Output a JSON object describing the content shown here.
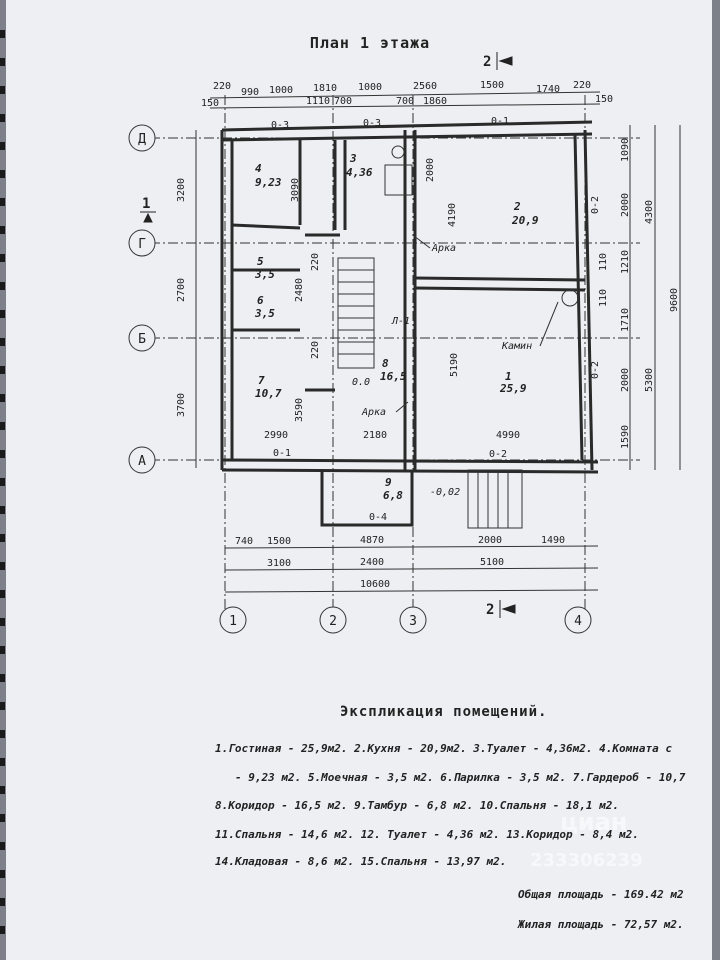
{
  "plan_title": "План 1 этажа",
  "section_marks": {
    "top": "2",
    "bottom": "2",
    "left": "1"
  },
  "axes": {
    "rows": [
      "Д",
      "Г",
      "Б",
      "А"
    ],
    "cols": [
      "1",
      "2",
      "3",
      "4"
    ]
  },
  "top_dims": {
    "row1": [
      "220",
      "990",
      "1000",
      "1810",
      "1000",
      "2560",
      "1500",
      "1740",
      "220"
    ],
    "row2": [
      "150",
      "1110",
      "700",
      "700",
      "1860",
      "150"
    ]
  },
  "left_dims": [
    "3200",
    "2700",
    "3700"
  ],
  "right_dims_inner": [
    "1090",
    "2000",
    "1210",
    "110",
    "110",
    "1710",
    "2000",
    "1590"
  ],
  "right_dims_outer": [
    "4300",
    "5300"
  ],
  "right_dims_total": "9600",
  "bottom_dims": {
    "row1": [
      "740",
      "1500",
      "4870",
      "2000",
      "1490"
    ],
    "row2": [
      "3100",
      "2400",
      "5100"
    ],
    "total": "10600"
  },
  "inner_dims": [
    "3090",
    "2000",
    "4190",
    "2480",
    "3590",
    "5190",
    "220",
    "220",
    "2990",
    "2180",
    "4990"
  ],
  "openings": [
    "0-3",
    "0-3",
    "0-1",
    "0-2",
    "0-2",
    "0-1",
    "0-2",
    "0-4"
  ],
  "rooms": [
    {
      "num": "1",
      "area": "25,9"
    },
    {
      "num": "2",
      "area": "20,9"
    },
    {
      "num": "3",
      "area": "4,36"
    },
    {
      "num": "4",
      "area": "9,23"
    },
    {
      "num": "5",
      "area": "3,5"
    },
    {
      "num": "6",
      "area": "3,5"
    },
    {
      "num": "7",
      "area": "10,7"
    },
    {
      "num": "8",
      "area": "16,5"
    },
    {
      "num": "9",
      "area": "6,8"
    }
  ],
  "labels": {
    "arka1": "Арка",
    "arka2": "Арка",
    "kamin": "Камин",
    "stair": "Л-1",
    "level0": "0.0",
    "level_minus": "-0,02"
  },
  "explication": {
    "heading": "Экспликация помещений.",
    "lines": [
      "1.Гостиная - 25,9м2. 2.Кухня - 20,9м2. 3.Туалет - 4,36м2. 4.Комната с",
      "- 9,23 м2. 5.Моечная - 3,5 м2. 6.Парилка - 3,5 м2. 7.Гардероб - 10,7",
      "8.Коридор - 16,5 м2. 9.Тамбур - 6,8 м2. 10.Спальня - 18,1 м2.",
      "11.Спальня - 14,6 м2. 12. Туалет - 4,36 м2. 13.Коридор - 8,4 м2.",
      "14.Кладовая - 8,6 м2. 15.Спальня - 13,97 м2."
    ],
    "total_area": "Общая площадь - 169.42 м2",
    "living_area": "Жилая площадь - 72,57 м2."
  },
  "watermark": {
    "brand": "циан",
    "id": "233306239"
  }
}
